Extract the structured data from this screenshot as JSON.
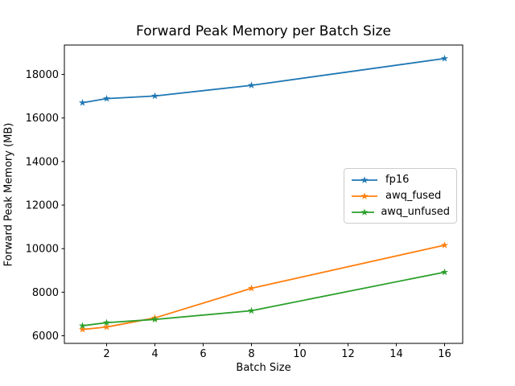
{
  "figure": {
    "background": "#ffffff",
    "axis_color": "#000000",
    "text_color": "#000000",
    "legend_border_color": "#cccccc"
  },
  "chart_data": {
    "type": "line",
    "title": "Forward Peak Memory per Batch Size",
    "xlabel": "Batch Size",
    "ylabel": "Forward Peak Memory (MB)",
    "x": [
      1,
      2,
      4,
      8,
      16
    ],
    "series": [
      {
        "name": "fp16",
        "color": "#1f77b4",
        "values": [
          16700,
          16890,
          17010,
          17500,
          18730
        ]
      },
      {
        "name": "awq_fused",
        "color": "#ff7f0e",
        "values": [
          6290,
          6400,
          6820,
          8180,
          10160
        ]
      },
      {
        "name": "awq_unfused",
        "color": "#2ca02c",
        "values": [
          6460,
          6600,
          6750,
          7150,
          8920
        ]
      }
    ],
    "marker": "star",
    "xticks": [
      2,
      4,
      6,
      8,
      10,
      12,
      14,
      16
    ],
    "yticks": [
      6000,
      8000,
      10000,
      12000,
      14000,
      16000,
      18000
    ],
    "xlim": [
      0.25,
      16.75
    ],
    "ylim": [
      5650,
      19350
    ],
    "grid": false,
    "legend_position": "center right"
  }
}
